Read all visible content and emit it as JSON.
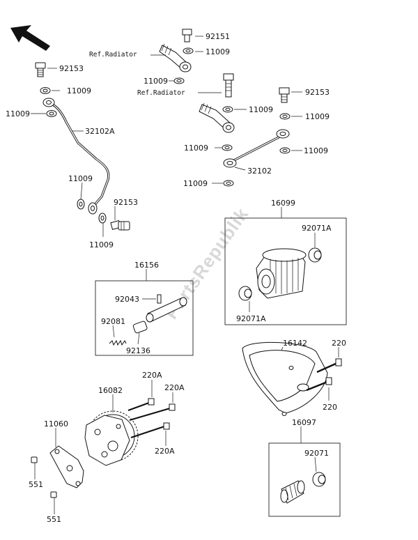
{
  "diagram": {
    "watermark": "PartsRepublik",
    "refs": [
      {
        "id": "ref-radiator-1",
        "text": "Ref.Radiator"
      },
      {
        "id": "ref-radiator-2",
        "text": "Ref.Radiator"
      }
    ],
    "labels": [
      {
        "id": "l-92151",
        "text": "92151"
      },
      {
        "id": "l-11009-a",
        "text": "11009"
      },
      {
        "id": "l-92153-a",
        "text": "92153"
      },
      {
        "id": "l-11009-b",
        "text": "11009"
      },
      {
        "id": "l-11009-c",
        "text": "11009"
      },
      {
        "id": "l-11009-d",
        "text": "11009"
      },
      {
        "id": "l-32102A",
        "text": "32102A"
      },
      {
        "id": "l-11009-e",
        "text": "11009"
      },
      {
        "id": "l-11009-f",
        "text": "11009"
      },
      {
        "id": "l-92153-b",
        "text": "92153"
      },
      {
        "id": "l-11009-g",
        "text": "11009"
      },
      {
        "id": "l-11009-h",
        "text": "11009"
      },
      {
        "id": "l-11009-i",
        "text": "11009"
      },
      {
        "id": "l-32102",
        "text": "32102"
      },
      {
        "id": "l-11009-j",
        "text": "11009"
      },
      {
        "id": "l-92153-c",
        "text": "92153"
      },
      {
        "id": "l-11009-k",
        "text": "11009"
      },
      {
        "id": "l-11009-l",
        "text": "11009"
      },
      {
        "id": "l-16099",
        "text": "16099"
      },
      {
        "id": "l-92071A-a",
        "text": "92071A"
      },
      {
        "id": "l-92071A-b",
        "text": "92071A"
      },
      {
        "id": "l-16156",
        "text": "16156"
      },
      {
        "id": "l-92043",
        "text": "92043"
      },
      {
        "id": "l-92081",
        "text": "92081"
      },
      {
        "id": "l-92136",
        "text": "92136"
      },
      {
        "id": "l-16142",
        "text": "16142"
      },
      {
        "id": "l-220-a",
        "text": "220"
      },
      {
        "id": "l-220-b",
        "text": "220"
      },
      {
        "id": "l-220A-a",
        "text": "220A"
      },
      {
        "id": "l-220A-b",
        "text": "220A"
      },
      {
        "id": "l-220A-c",
        "text": "220A"
      },
      {
        "id": "l-16082",
        "text": "16082"
      },
      {
        "id": "l-11060",
        "text": "11060"
      },
      {
        "id": "l-551-a",
        "text": "551"
      },
      {
        "id": "l-551-b",
        "text": "551"
      },
      {
        "id": "l-16097",
        "text": "16097"
      },
      {
        "id": "l-92071",
        "text": "92071"
      }
    ]
  }
}
